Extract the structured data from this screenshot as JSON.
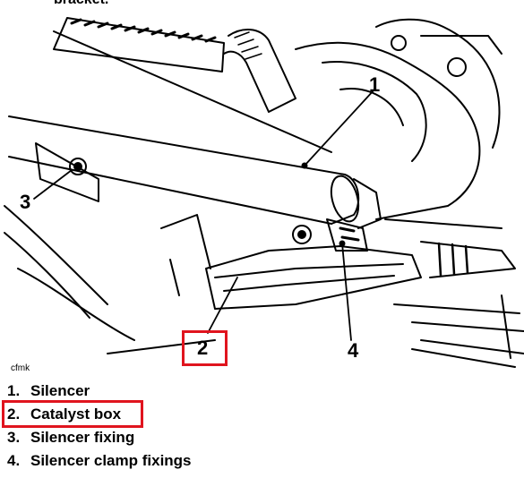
{
  "diagram": {
    "figure_code": "cfmk",
    "callouts": [
      {
        "id": "1",
        "label": "1"
      },
      {
        "id": "2",
        "label": "2"
      },
      {
        "id": "3",
        "label": "3"
      },
      {
        "id": "4",
        "label": "4"
      }
    ],
    "highlighted_callout": "2",
    "top_fragment": "bracket.",
    "highlight_color": "#e0141e",
    "line_color": "#000000"
  },
  "legend": {
    "items": [
      {
        "number": "1.",
        "label": "Silencer"
      },
      {
        "number": "2.",
        "label": "Catalyst box"
      },
      {
        "number": "3.",
        "label": "Silencer fixing"
      },
      {
        "number": "4.",
        "label": "Silencer clamp fixings"
      }
    ],
    "highlighted_item": 1
  }
}
